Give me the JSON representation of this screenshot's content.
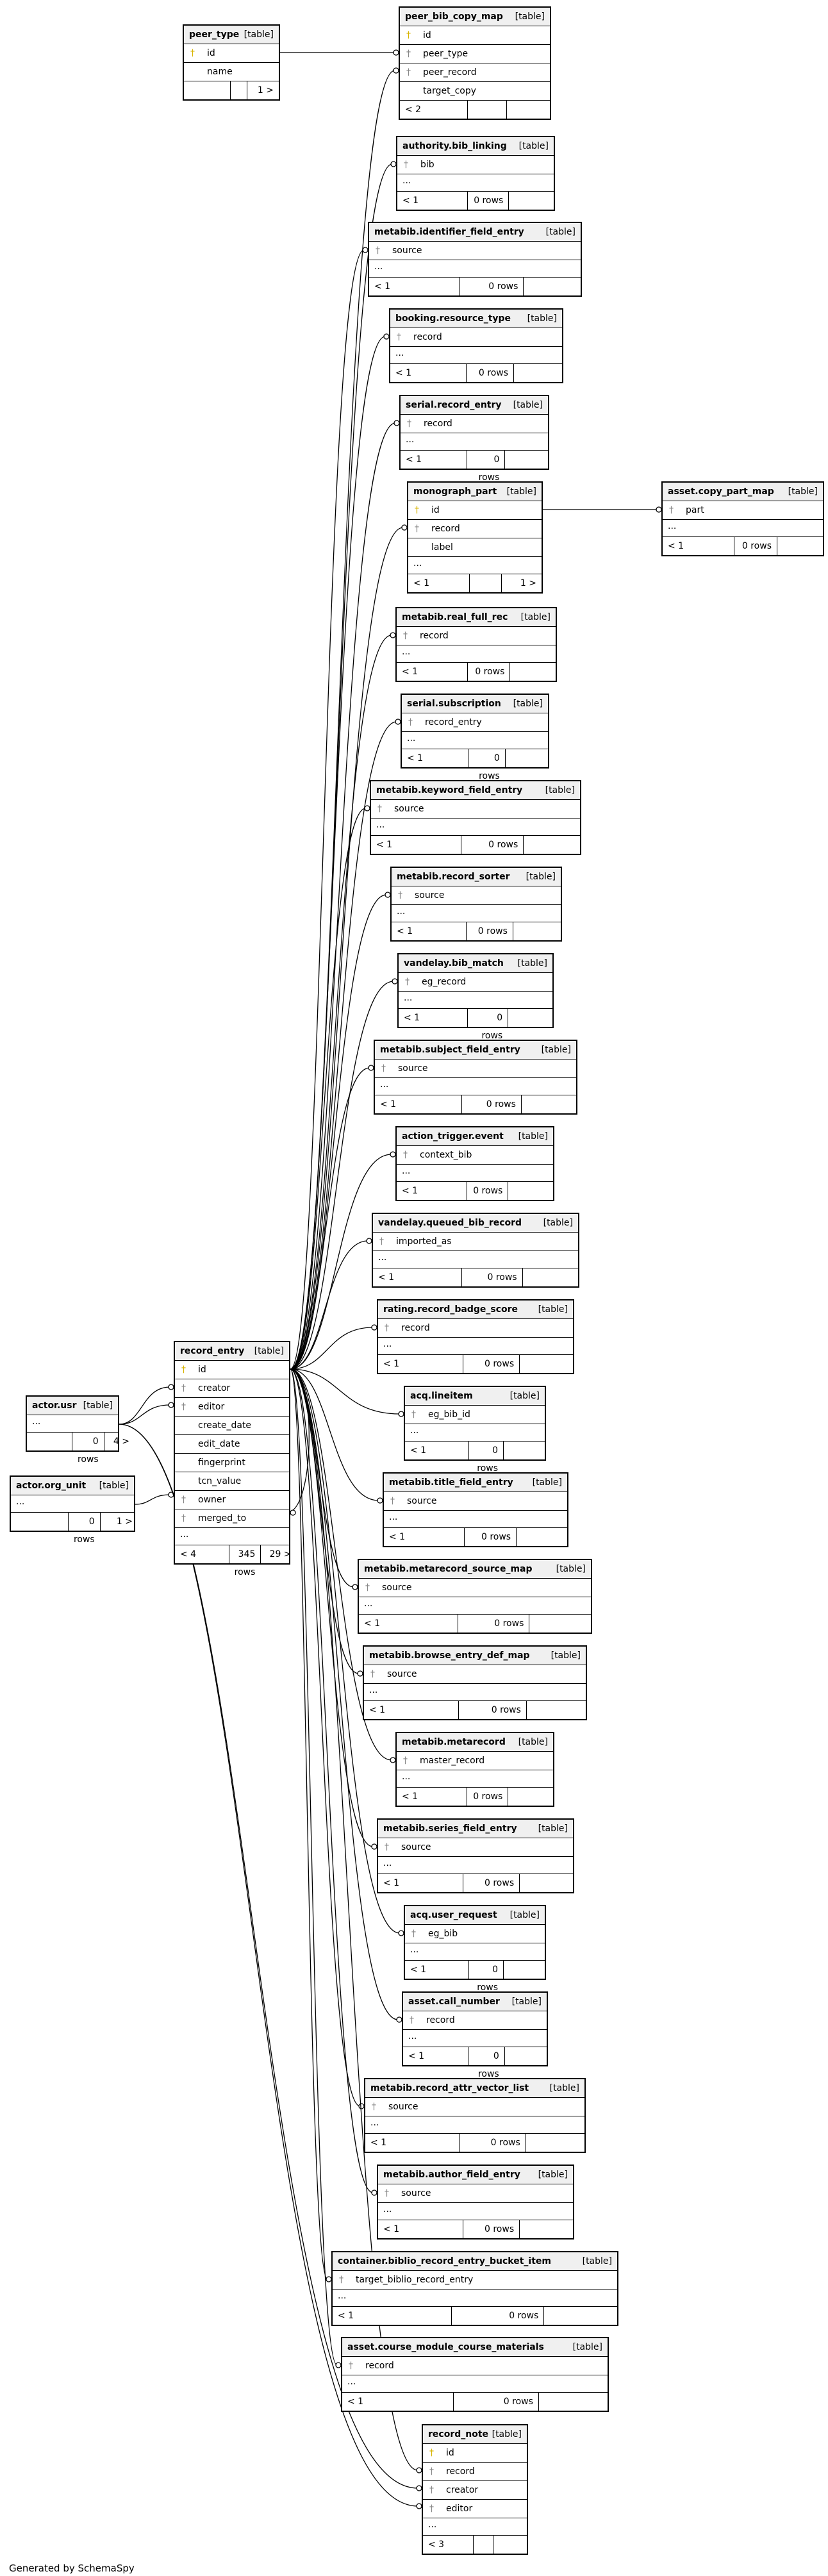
{
  "footer": "Generated by SchemaSpy",
  "type_label": "[table]",
  "tables": [
    {
      "id": "peer_type",
      "name": "peer_type",
      "cols": [
        {
          "n": "id",
          "k": "pk"
        },
        {
          "n": "name",
          "k": ""
        }
      ],
      "dots": false,
      "foot": [
        "",
        "",
        "1 >"
      ]
    },
    {
      "id": "peer_bib_copy_map",
      "name": "peer_bib_copy_map",
      "cols": [
        {
          "n": "id",
          "k": "pk"
        },
        {
          "n": "peer_type",
          "k": "fk"
        },
        {
          "n": "peer_record",
          "k": "fk"
        },
        {
          "n": "target_copy",
          "k": ""
        }
      ],
      "dots": false,
      "foot": [
        "< 2",
        "",
        ""
      ]
    },
    {
      "id": "authority_bib_linking",
      "name": "authority.bib_linking",
      "cols": [
        {
          "n": "bib",
          "k": "fk"
        }
      ],
      "dots": true,
      "foot": [
        "< 1",
        "0 rows",
        ""
      ]
    },
    {
      "id": "metabib_identifier_field_entry",
      "name": "metabib.identifier_field_entry",
      "cols": [
        {
          "n": "source",
          "k": "fk"
        }
      ],
      "dots": true,
      "foot": [
        "< 1",
        "0 rows",
        ""
      ]
    },
    {
      "id": "booking_resource_type",
      "name": "booking.resource_type",
      "cols": [
        {
          "n": "record",
          "k": "fk"
        }
      ],
      "dots": true,
      "foot": [
        "< 1",
        "0 rows",
        ""
      ]
    },
    {
      "id": "serial_record_entry",
      "name": "serial.record_entry",
      "cols": [
        {
          "n": "record",
          "k": "fk"
        }
      ],
      "dots": true,
      "foot": [
        "< 1",
        "0 rows",
        ""
      ]
    },
    {
      "id": "monograph_part",
      "name": "monograph_part",
      "cols": [
        {
          "n": "id",
          "k": "pk"
        },
        {
          "n": "record",
          "k": "fk"
        },
        {
          "n": "label",
          "k": ""
        }
      ],
      "dots": true,
      "foot": [
        "< 1",
        "",
        "1 >"
      ]
    },
    {
      "id": "asset_copy_part_map",
      "name": "asset.copy_part_map",
      "cols": [
        {
          "n": "part",
          "k": "fk"
        }
      ],
      "dots": true,
      "foot": [
        "< 1",
        "0 rows",
        ""
      ]
    },
    {
      "id": "metabib_real_full_rec",
      "name": "metabib.real_full_rec",
      "cols": [
        {
          "n": "record",
          "k": "fk"
        }
      ],
      "dots": true,
      "foot": [
        "< 1",
        "0 rows",
        ""
      ]
    },
    {
      "id": "serial_subscription",
      "name": "serial.subscription",
      "cols": [
        {
          "n": "record_entry",
          "k": "fk"
        }
      ],
      "dots": true,
      "foot": [
        "< 1",
        "0 rows",
        ""
      ]
    },
    {
      "id": "metabib_keyword_field_entry",
      "name": "metabib.keyword_field_entry",
      "cols": [
        {
          "n": "source",
          "k": "fk"
        }
      ],
      "dots": true,
      "foot": [
        "< 1",
        "0 rows",
        ""
      ]
    },
    {
      "id": "metabib_record_sorter",
      "name": "metabib.record_sorter",
      "cols": [
        {
          "n": "source",
          "k": "fk"
        }
      ],
      "dots": true,
      "foot": [
        "< 1",
        "0 rows",
        ""
      ]
    },
    {
      "id": "vandelay_bib_match",
      "name": "vandelay.bib_match",
      "cols": [
        {
          "n": "eg_record",
          "k": "fk"
        }
      ],
      "dots": true,
      "foot": [
        "< 1",
        "0 rows",
        ""
      ]
    },
    {
      "id": "metabib_subject_field_entry",
      "name": "metabib.subject_field_entry",
      "cols": [
        {
          "n": "source",
          "k": "fk"
        }
      ],
      "dots": true,
      "foot": [
        "< 1",
        "0 rows",
        ""
      ]
    },
    {
      "id": "action_trigger_event",
      "name": "action_trigger.event",
      "cols": [
        {
          "n": "context_bib",
          "k": "fk"
        }
      ],
      "dots": true,
      "foot": [
        "< 1",
        "0 rows",
        ""
      ]
    },
    {
      "id": "vandelay_queued_bib_record",
      "name": "vandelay.queued_bib_record",
      "cols": [
        {
          "n": "imported_as",
          "k": "fk"
        }
      ],
      "dots": true,
      "foot": [
        "< 1",
        "0 rows",
        ""
      ]
    },
    {
      "id": "rating_record_badge_score",
      "name": "rating.record_badge_score",
      "cols": [
        {
          "n": "record",
          "k": "fk"
        }
      ],
      "dots": true,
      "foot": [
        "< 1",
        "0 rows",
        ""
      ]
    },
    {
      "id": "acq_lineitem",
      "name": "acq.lineitem",
      "cols": [
        {
          "n": "eg_bib_id",
          "k": "fk"
        }
      ],
      "dots": true,
      "foot": [
        "< 1",
        "0 rows",
        ""
      ]
    },
    {
      "id": "metabib_title_field_entry",
      "name": "metabib.title_field_entry",
      "cols": [
        {
          "n": "source",
          "k": "fk"
        }
      ],
      "dots": true,
      "foot": [
        "< 1",
        "0 rows",
        ""
      ]
    },
    {
      "id": "metabib_metarecord_source_map",
      "name": "metabib.metarecord_source_map",
      "cols": [
        {
          "n": "source",
          "k": "fk"
        }
      ],
      "dots": true,
      "foot": [
        "< 1",
        "0 rows",
        ""
      ]
    },
    {
      "id": "metabib_browse_entry_def_map",
      "name": "metabib.browse_entry_def_map",
      "cols": [
        {
          "n": "source",
          "k": "fk"
        }
      ],
      "dots": true,
      "foot": [
        "< 1",
        "0 rows",
        ""
      ]
    },
    {
      "id": "metabib_metarecord",
      "name": "metabib.metarecord",
      "cols": [
        {
          "n": "master_record",
          "k": "fk"
        }
      ],
      "dots": true,
      "foot": [
        "< 1",
        "0 rows",
        ""
      ]
    },
    {
      "id": "metabib_series_field_entry",
      "name": "metabib.series_field_entry",
      "cols": [
        {
          "n": "source",
          "k": "fk"
        }
      ],
      "dots": true,
      "foot": [
        "< 1",
        "0 rows",
        ""
      ]
    },
    {
      "id": "acq_user_request",
      "name": "acq.user_request",
      "cols": [
        {
          "n": "eg_bib",
          "k": "fk"
        }
      ],
      "dots": true,
      "foot": [
        "< 1",
        "0 rows",
        ""
      ]
    },
    {
      "id": "asset_call_number",
      "name": "asset.call_number",
      "cols": [
        {
          "n": "record",
          "k": "fk"
        }
      ],
      "dots": true,
      "foot": [
        "< 1",
        "0 rows",
        ""
      ]
    },
    {
      "id": "metabib_record_attr_vector_list",
      "name": "metabib.record_attr_vector_list",
      "cols": [
        {
          "n": "source",
          "k": "fk"
        }
      ],
      "dots": true,
      "foot": [
        "< 1",
        "0 rows",
        ""
      ]
    },
    {
      "id": "metabib_author_field_entry",
      "name": "metabib.author_field_entry",
      "cols": [
        {
          "n": "source",
          "k": "fk"
        }
      ],
      "dots": true,
      "foot": [
        "< 1",
        "0 rows",
        ""
      ]
    },
    {
      "id": "container_biblio_record_entry_bucket_item",
      "name": "container.biblio_record_entry_bucket_item",
      "cols": [
        {
          "n": "target_biblio_record_entry",
          "k": "fk"
        }
      ],
      "dots": true,
      "foot": [
        "< 1",
        "0 rows",
        ""
      ]
    },
    {
      "id": "asset_course_module_course_materials",
      "name": "asset.course_module_course_materials",
      "cols": [
        {
          "n": "record",
          "k": "fk"
        }
      ],
      "dots": true,
      "foot": [
        "< 1",
        "0 rows",
        ""
      ]
    },
    {
      "id": "record_note",
      "name": "record_note",
      "cols": [
        {
          "n": "id",
          "k": "pk"
        },
        {
          "n": "record",
          "k": "fk"
        },
        {
          "n": "creator",
          "k": "fk"
        },
        {
          "n": "editor",
          "k": "fk"
        }
      ],
      "dots": true,
      "foot": [
        "< 3",
        "",
        ""
      ]
    },
    {
      "id": "record_entry",
      "name": "record_entry",
      "cols": [
        {
          "n": "id",
          "k": "pk"
        },
        {
          "n": "creator",
          "k": "fk"
        },
        {
          "n": "editor",
          "k": "fk"
        },
        {
          "n": "create_date",
          "k": ""
        },
        {
          "n": "edit_date",
          "k": ""
        },
        {
          "n": "fingerprint",
          "k": ""
        },
        {
          "n": "tcn_value",
          "k": ""
        },
        {
          "n": "owner",
          "k": "fk"
        },
        {
          "n": "merged_to",
          "k": "fk"
        }
      ],
      "dots": true,
      "foot": [
        "< 4",
        "345 rows",
        "29 >"
      ]
    },
    {
      "id": "actor_usr",
      "name": "actor.usr",
      "cols": [],
      "dots": true,
      "foot": [
        "",
        "0 rows",
        "4 >"
      ]
    },
    {
      "id": "actor_org_unit",
      "name": "actor.org_unit",
      "cols": [],
      "dots": true,
      "foot": [
        "",
        "0 rows",
        "1 >"
      ]
    }
  ],
  "relationships": [
    [
      "peer_bib_copy_map",
      "peer_type",
      "peer_type",
      "id"
    ],
    [
      "peer_bib_copy_map",
      "peer_record",
      "record_entry",
      "id"
    ],
    [
      "authority_bib_linking",
      "bib",
      "record_entry",
      "id"
    ],
    [
      "metabib_identifier_field_entry",
      "source",
      "record_entry",
      "id"
    ],
    [
      "booking_resource_type",
      "record",
      "record_entry",
      "id"
    ],
    [
      "serial_record_entry",
      "record",
      "record_entry",
      "id"
    ],
    [
      "monograph_part",
      "record",
      "record_entry",
      "id"
    ],
    [
      "asset_copy_part_map",
      "part",
      "monograph_part",
      "id"
    ],
    [
      "metabib_real_full_rec",
      "record",
      "record_entry",
      "id"
    ],
    [
      "serial_subscription",
      "record_entry",
      "record_entry",
      "id"
    ],
    [
      "metabib_keyword_field_entry",
      "source",
      "record_entry",
      "id"
    ],
    [
      "metabib_record_sorter",
      "source",
      "record_entry",
      "id"
    ],
    [
      "vandelay_bib_match",
      "eg_record",
      "record_entry",
      "id"
    ],
    [
      "metabib_subject_field_entry",
      "source",
      "record_entry",
      "id"
    ],
    [
      "action_trigger_event",
      "context_bib",
      "record_entry",
      "id"
    ],
    [
      "vandelay_queued_bib_record",
      "imported_as",
      "record_entry",
      "id"
    ],
    [
      "rating_record_badge_score",
      "record",
      "record_entry",
      "id"
    ],
    [
      "acq_lineitem",
      "eg_bib_id",
      "record_entry",
      "id"
    ],
    [
      "metabib_title_field_entry",
      "source",
      "record_entry",
      "id"
    ],
    [
      "metabib_metarecord_source_map",
      "source",
      "record_entry",
      "id"
    ],
    [
      "metabib_browse_entry_def_map",
      "source",
      "record_entry",
      "id"
    ],
    [
      "metabib_metarecord",
      "master_record",
      "record_entry",
      "id"
    ],
    [
      "metabib_series_field_entry",
      "source",
      "record_entry",
      "id"
    ],
    [
      "acq_user_request",
      "eg_bib",
      "record_entry",
      "id"
    ],
    [
      "asset_call_number",
      "record",
      "record_entry",
      "id"
    ],
    [
      "metabib_record_attr_vector_list",
      "source",
      "record_entry",
      "id"
    ],
    [
      "metabib_author_field_entry",
      "source",
      "record_entry",
      "id"
    ],
    [
      "container_biblio_record_entry_bucket_item",
      "target_biblio_record_entry",
      "record_entry",
      "id"
    ],
    [
      "asset_course_module_course_materials",
      "record",
      "record_entry",
      "id"
    ],
    [
      "record_note",
      "record",
      "record_entry",
      "id"
    ],
    [
      "record_entry",
      "merged_to",
      "record_entry",
      "id"
    ],
    [
      "record_entry",
      "creator",
      "actor_usr",
      "id"
    ],
    [
      "record_entry",
      "editor",
      "actor_usr",
      "id"
    ],
    [
      "record_entry",
      "owner",
      "actor_org_unit",
      "id"
    ],
    [
      "record_note",
      "creator",
      "actor_usr",
      "id"
    ],
    [
      "record_note",
      "editor",
      "actor_usr",
      "id"
    ]
  ]
}
